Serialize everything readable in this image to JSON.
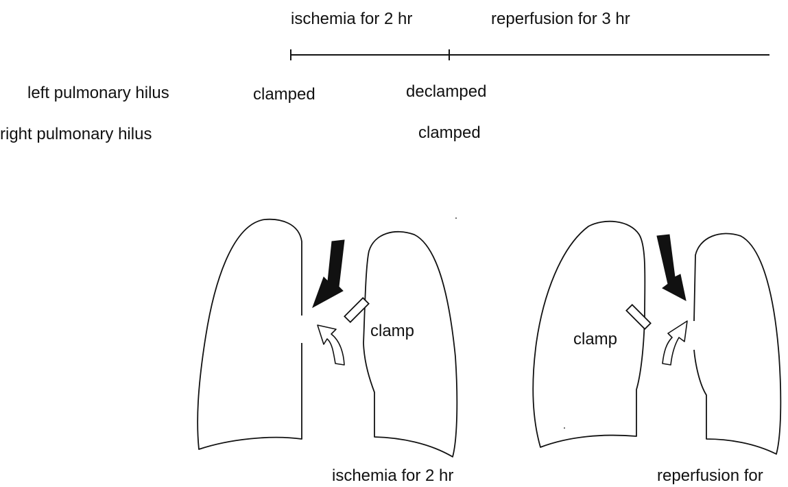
{
  "timeline": {
    "ischemia_label": "ischemia for 2 hr",
    "reperfusion_label": "reperfusion for 3 hr"
  },
  "rows": [
    {
      "label": "left pulmonary hilus",
      "first_event": "clamped",
      "second_event": "declamped"
    },
    {
      "label": "right pulmonary hilus",
      "first_event": "",
      "second_event": "clamped"
    }
  ],
  "panels": {
    "ischemia": {
      "clamp_label": "clamp",
      "caption": "ischemia for 2 hr"
    },
    "reperfusion": {
      "clamp_label": "clamp",
      "caption": "reperfusion for"
    }
  },
  "colors": {
    "ink": "#111111",
    "background": "#ffffff",
    "flow_arrow_fill": "#111111",
    "return_arrow_fill": "#ffffff"
  },
  "icons": {
    "flow_arrow": "bent-down-arrow-icon",
    "return_arrow": "curved-up-arrow-icon",
    "clamp": "clamp-rectangle-icon"
  }
}
